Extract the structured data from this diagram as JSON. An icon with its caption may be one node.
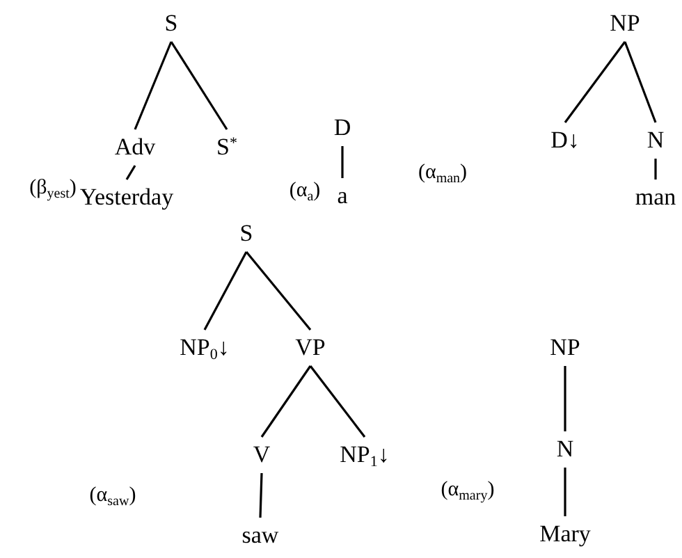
{
  "diagram": {
    "nodes": [
      {
        "text": [
          "S"
        ]
      },
      {
        "text": [
          "Adv"
        ]
      },
      {
        "text": [
          "S$^{*}$"
        ]
      },
      {
        "text": [
          "Yesterday"
        ]
      },
      {
        "text": [
          "D"
        ]
      },
      {
        "text": [
          "a"
        ]
      },
      {
        "text": [
          "NP"
        ]
      },
      {
        "text": [
          "D↓"
        ]
      },
      {
        "text": [
          "N"
        ]
      },
      {
        "text": [
          "man"
        ]
      },
      {
        "text": [
          "S"
        ]
      },
      {
        "text": [
          "NP$_{0}$↓"
        ]
      },
      {
        "text": [
          "VP"
        ]
      },
      {
        "text": [
          "V"
        ]
      },
      {
        "text": [
          "NP$_{1}$↓"
        ]
      },
      {
        "text": [
          "saw"
        ]
      },
      {
        "text": [
          "NP"
        ]
      },
      {
        "text": [
          "N"
        ]
      },
      {
        "text": [
          "Mary"
        ]
      }
    ],
    "edges": [
      {
        "from": 0,
        "to": 1,
        "arrow": "none"
      },
      {
        "from": 0,
        "to": 2,
        "arrow": "none"
      },
      {
        "from": 1,
        "to": 3,
        "arrow": "none"
      },
      {
        "from": 4,
        "to": 5,
        "arrow": "none"
      },
      {
        "from": 6,
        "to": 7,
        "arrow": "none"
      },
      {
        "from": 6,
        "to": 8,
        "arrow": "none"
      },
      {
        "from": 8,
        "to": 9,
        "arrow": "none"
      },
      {
        "from": 10,
        "to": 11,
        "arrow": "none"
      },
      {
        "from": 10,
        "to": 12,
        "arrow": "none"
      },
      {
        "from": 12,
        "to": 13,
        "arrow": "none"
      },
      {
        "from": 12,
        "to": 14,
        "arrow": "none"
      },
      {
        "from": 13,
        "to": 15,
        "arrow": "none"
      },
      {
        "from": 16,
        "to": 17,
        "arrow": "none"
      },
      {
        "from": 17,
        "to": 18,
        "arrow": "none"
      }
    ],
    "labels": [
      "(β$_{yest}$)",
      "(α$_{a}$)",
      "(α$_{man}$)",
      "(α$_{saw}$)",
      "(α$_{mary}$)"
    ]
  }
}
